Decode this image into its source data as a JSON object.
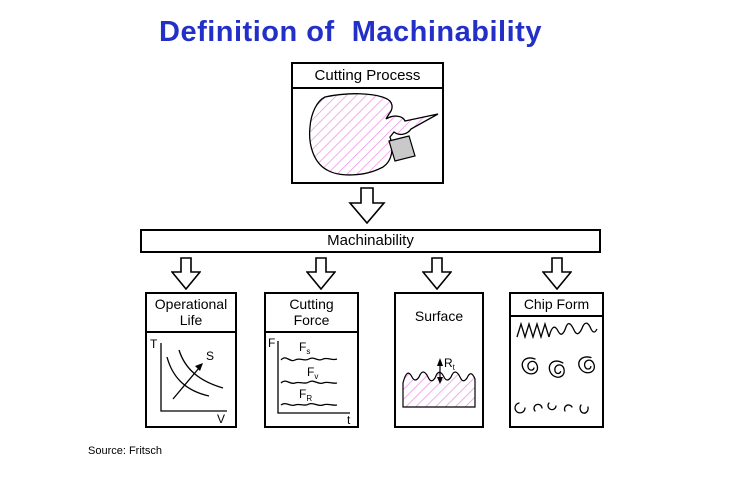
{
  "slide": {
    "title": "Definition of  Machinability",
    "source": "Source: Fritsch"
  },
  "flow": {
    "cutting_process": {
      "label": "Cutting Process"
    },
    "machinability": {
      "label": "Machinability"
    }
  },
  "branches": {
    "operational_life": {
      "title_line1": "Operational",
      "title_line2": "Life",
      "y_axis": "T",
      "x_axis": "V",
      "curve_label": "S"
    },
    "cutting_force": {
      "title_line1": "Cutting",
      "title_line2": "Force",
      "y_axis": "F",
      "x_axis": "t",
      "curve1_base": "F",
      "curve1_sub": "s",
      "curve2_base": "F",
      "curve2_sub": "v",
      "curve3_base": "F",
      "curve3_sub": "R"
    },
    "surface": {
      "title": "Surface",
      "roughness_base": "R",
      "roughness_sub": "t"
    },
    "chip_form": {
      "title": "Chip Form"
    }
  },
  "colors": {
    "title_text": "#2230c8",
    "hatch_line": "#ee8fe8",
    "tool_fill": "#c9c9c9"
  }
}
